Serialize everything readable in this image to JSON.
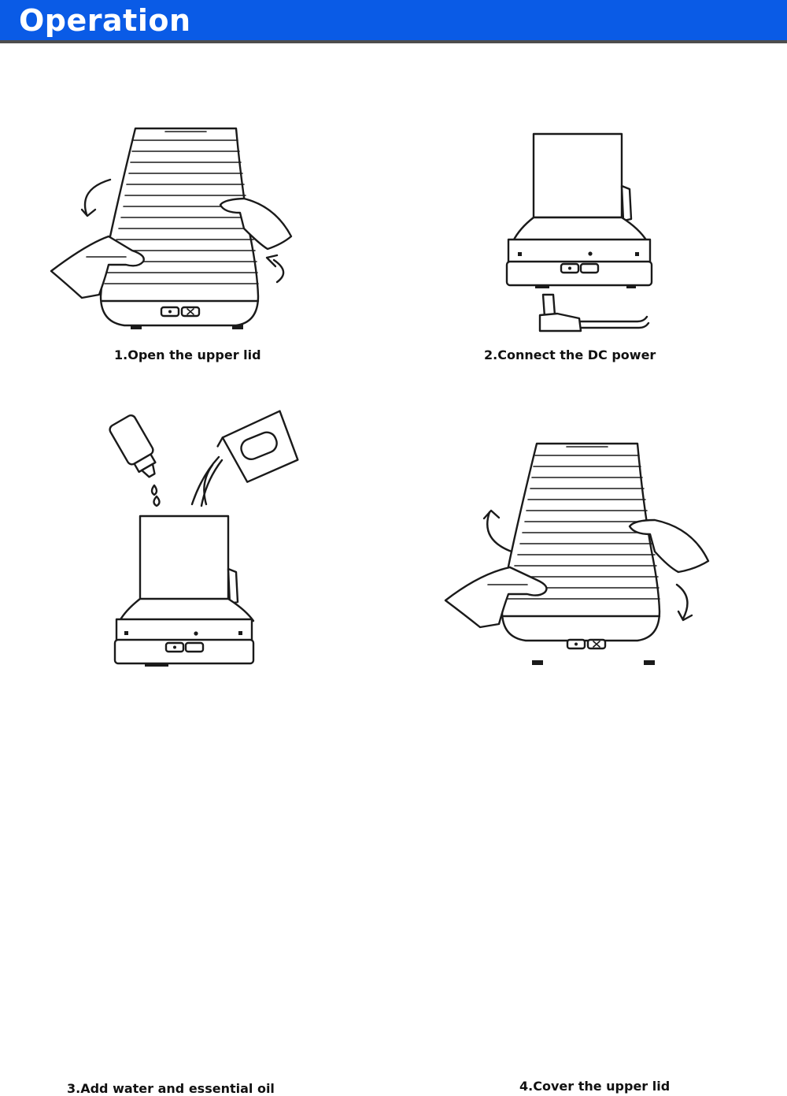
{
  "header": {
    "title": "Operation",
    "background": "#0a5be6",
    "border": "#4d4d4d"
  },
  "steps": [
    {
      "caption": "1.Open the upper lid",
      "icon": "diffuser-lid-open-icon"
    },
    {
      "caption": "2.Connect the DC power",
      "icon": "diffuser-power-plug-icon"
    },
    {
      "caption": "3.Add water and essential oil",
      "icon": "diffuser-fill-water-oil-icon"
    },
    {
      "caption": "4.Cover the upper lid",
      "icon": "diffuser-lid-close-icon"
    }
  ]
}
